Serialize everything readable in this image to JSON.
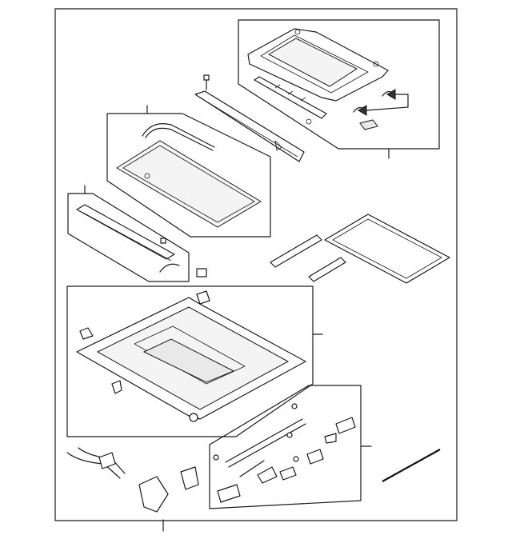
{
  "diagram": {
    "kind": "exploded-parts-diagram",
    "subject": "sunroof-assembly",
    "groups": [
      {
        "id": "sunroof-frame-assembly"
      },
      {
        "id": "glass-panel-assembly"
      },
      {
        "id": "wind-deflector-assembly"
      },
      {
        "id": "housing-frame-group"
      },
      {
        "id": "cable-hardware-group"
      }
    ],
    "colors": {
      "line": "#1a1a1a",
      "background": "#ffffff",
      "fill": "#e9e9e9"
    }
  }
}
